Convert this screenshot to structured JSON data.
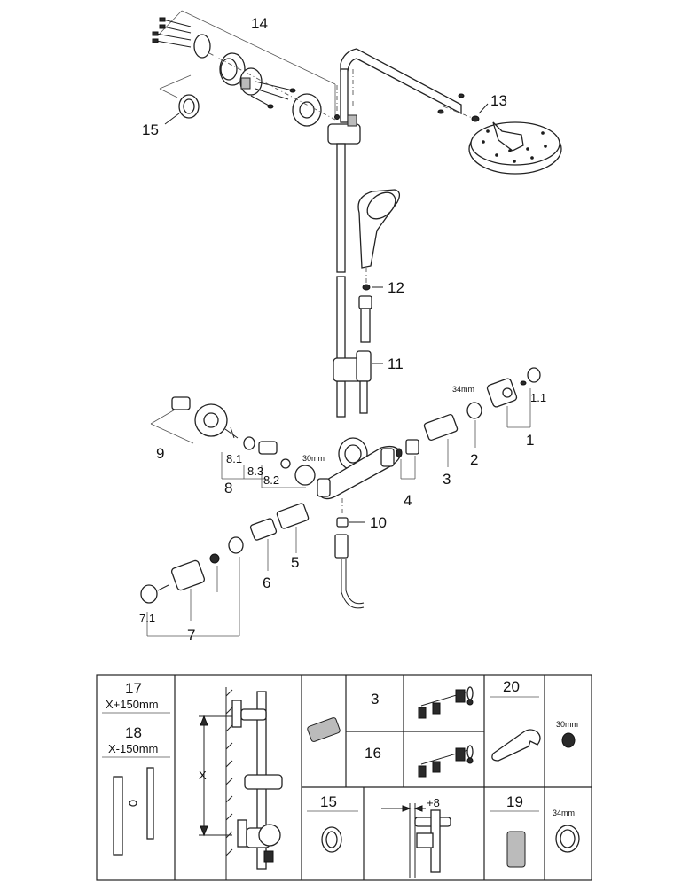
{
  "labels": {
    "p14": "14",
    "p15": "15",
    "p13": "13",
    "p12": "12",
    "p11": "11",
    "p9": "9",
    "p8": "8",
    "p8_1": "8.1",
    "p8_2": "8.2",
    "p8_3": "8.3",
    "p10": "10",
    "p5": "5",
    "p6": "6",
    "p7": "7",
    "p7_1": "7.1",
    "p4": "4",
    "p3": "3",
    "p2": "2",
    "p1": "1",
    "p1_1": "1.1",
    "dim_34mm": "34mm",
    "dim_30mm": "30mm"
  },
  "table": {
    "p17": "17",
    "p17_len": "X+150mm",
    "p18": "18",
    "p18_len": "X-150mm",
    "dim_x": "X",
    "p3": "3",
    "p16": "16",
    "p20": "20",
    "p20_dim": "30mm",
    "p15": "15",
    "offset": "+8",
    "p19": "19",
    "p19_dim": "34mm"
  }
}
